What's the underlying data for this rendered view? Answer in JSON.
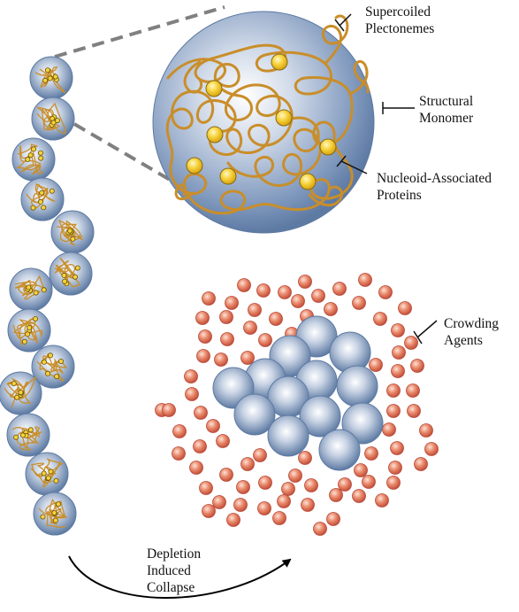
{
  "labels": {
    "supercoiled": [
      "Supercoiled",
      "Plectonemes"
    ],
    "structural": [
      "Structural",
      "Monomer"
    ],
    "nap": [
      "Nucleoid-Associated",
      "Proteins"
    ],
    "crowding": [
      "Crowding",
      "Agents"
    ],
    "depletion": [
      "Depletion",
      "Induced",
      "Collapse"
    ]
  },
  "colors": {
    "sphere_edge": "#5d7aa3",
    "sphere_center": "#ffffff",
    "dna": "#c98e2a",
    "protein": "#f3c623",
    "crowder": "#d9664a",
    "connector": "#808080"
  }
}
